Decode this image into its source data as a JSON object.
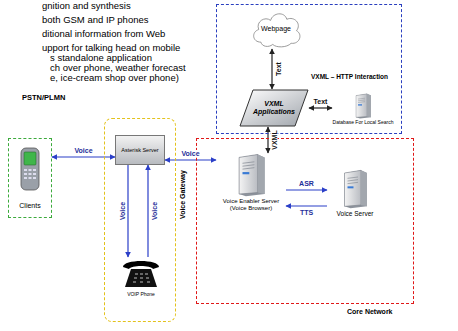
{
  "diagram": {
    "nodes": [
      {
        "text": [
          "VXML – HTTP Interaction"
        ]
      },
      {
        "text": [
          "Webpage"
        ],
        "in": 0
      },
      {
        "text": [
          "VXML Applications"
        ],
        "in": 0
      },
      {
        "text": [
          "Database For Local Search"
        ],
        "in": 0
      },
      {
        "text": [
          "Clients"
        ]
      },
      {
        "text": [
          "Voice Gateway"
        ]
      },
      {
        "text": [
          "Asterisk Server"
        ],
        "in": 5
      },
      {
        "text": [
          "VOIP Phone"
        ],
        "in": 5
      },
      {
        "text": [
          "Core Network"
        ]
      },
      {
        "text": [
          "Voice Enabler Server (Voice Browser)"
        ],
        "in": 8
      },
      {
        "text": [
          "Voice Server"
        ],
        "in": 8
      }
    ],
    "edges": [
      {
        "from": 4,
        "to": 6,
        "arrow": "both",
        "label": "Voice"
      },
      {
        "from": 6,
        "to": 7,
        "arrow": "to",
        "label": "Voice"
      },
      {
        "from": 7,
        "to": 6,
        "arrow": "to",
        "label": "Voice"
      },
      {
        "from": 6,
        "to": 9,
        "arrow": "both",
        "label": "Voice"
      },
      {
        "from": 9,
        "to": 10,
        "arrow": "to",
        "label": "ASR"
      },
      {
        "from": 10,
        "to": 9,
        "arrow": "to",
        "label": "TTS"
      },
      {
        "from": 2,
        "to": 9,
        "arrow": "both",
        "label": "VXML"
      },
      {
        "from": 1,
        "to": 2,
        "arrow": "both",
        "label": "Text"
      },
      {
        "from": 2,
        "to": 3,
        "arrow": "both",
        "label": "Text"
      }
    ],
    "labels": [
      "gnition and synthesis",
      "both GSM and IP phones",
      "ditional information from Web",
      "upport for talking head on mobile",
      "s standalone application",
      "ch over phone, weather forecast",
      "e, ice-cream shop over phone)",
      "PSTN/PLMN"
    ]
  }
}
